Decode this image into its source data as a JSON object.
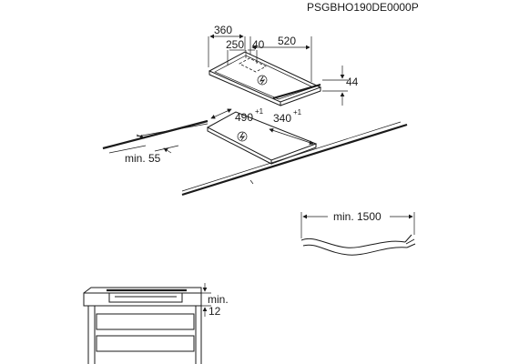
{
  "diagram": {
    "code": "PSGBHO190DE0000P",
    "dims": {
      "d360": "360",
      "d250": "250",
      "d40": "40",
      "d520": "520",
      "d44": "44",
      "d490": "490",
      "d490_tol": "+1",
      "d340": "340",
      "d340_tol": "+1",
      "min55": "min. 55",
      "min1500": "min. 1500",
      "min12_a": "min.",
      "min12_b": "12"
    }
  }
}
